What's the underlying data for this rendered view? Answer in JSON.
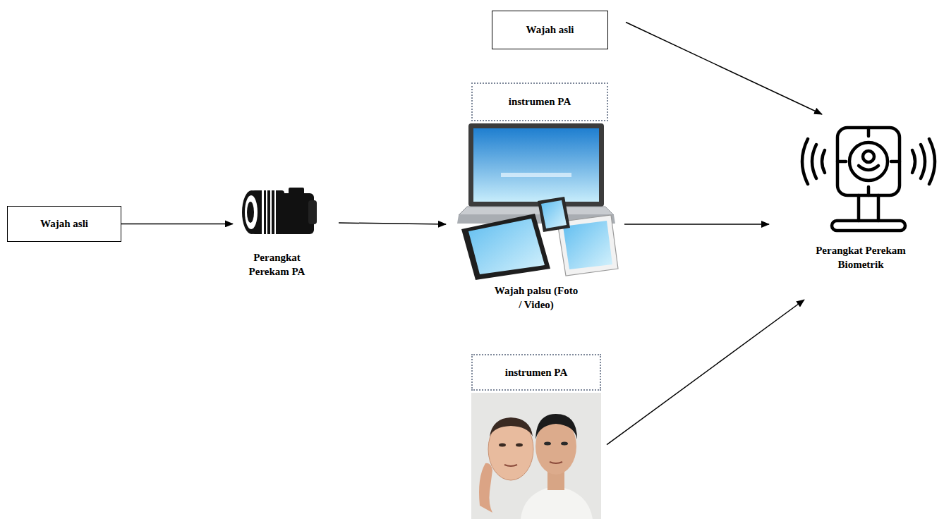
{
  "diagram": {
    "nodes": [
      {
        "text": [
          "Wajah asli"
        ]
      },
      {
        "text": [
          "instrumen PA",
          "Wajah palsu (Foto / Video)"
        ]
      },
      {
        "text": [
          "Wajah asli"
        ]
      },
      {
        "text": [
          "Perangkat Perekam PA"
        ]
      },
      {
        "text": [
          "Perangkat Perekam Biometrik"
        ]
      },
      {
        "text": [
          "instrumen PA"
        ]
      }
    ],
    "edges": [
      {
        "from": 2,
        "to": 3,
        "arrow": "to"
      },
      {
        "from": 3,
        "to": 1,
        "arrow": "to"
      },
      {
        "from": 1,
        "to": 4,
        "arrow": "to"
      },
      {
        "from": 0,
        "to": 4,
        "arrow": "to"
      },
      {
        "from": 5,
        "to": 4,
        "arrow": "to"
      }
    ]
  }
}
